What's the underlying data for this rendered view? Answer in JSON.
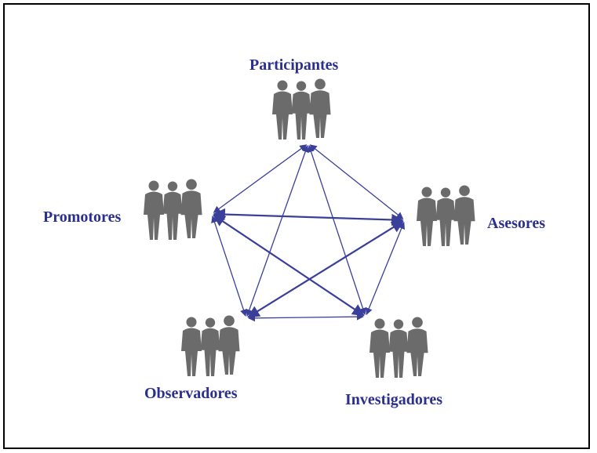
{
  "colors": {
    "label": "#2b2f8f",
    "arrow": "#3a3f9a",
    "people": "#6b6b6b",
    "frame": "#000000"
  },
  "nodes": {
    "participantes": {
      "label": "Participantes"
    },
    "asesores": {
      "label": "Asesores"
    },
    "investigadores": {
      "label": "Investigadores"
    },
    "observadores": {
      "label": "Observadores"
    },
    "promotores": {
      "label": "Promotores"
    }
  },
  "people_icon": "people-group-icon",
  "arrow_style": "double-headed",
  "connections": [
    [
      "participantes",
      "asesores"
    ],
    [
      "asesores",
      "investigadores"
    ],
    [
      "investigadores",
      "observadores"
    ],
    [
      "observadores",
      "promotores"
    ],
    [
      "promotores",
      "participantes"
    ],
    [
      "participantes",
      "investigadores"
    ],
    [
      "participantes",
      "observadores"
    ],
    [
      "promotores",
      "asesores"
    ],
    [
      "promotores",
      "investigadores"
    ],
    [
      "asesores",
      "observadores"
    ]
  ]
}
